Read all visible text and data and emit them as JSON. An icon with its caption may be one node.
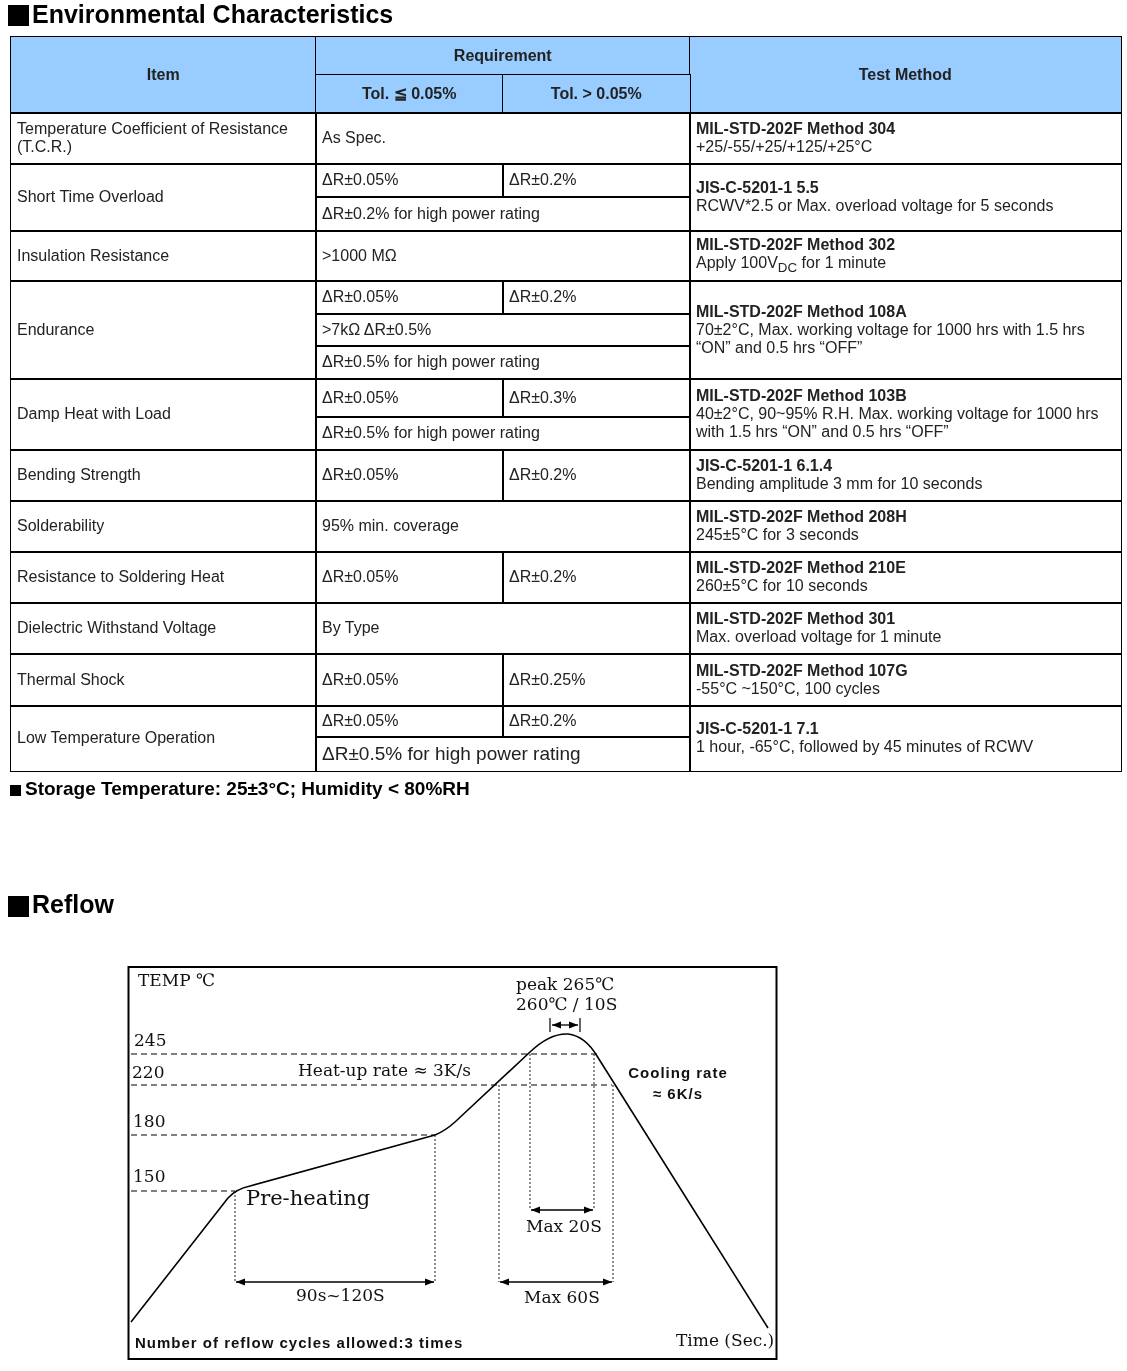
{
  "diagram": {
    "title": "Environmental Characteristics",
    "labels": [
      "Item",
      "Requirement",
      "Test Method",
      "Tol. ≦ 0.05%",
      "Tol. > 0.05%",
      "Temperature Coefficient of Resistance (T.C.R.)",
      "As Spec.",
      "MIL-STD-202F Method 304",
      "+25/-55/+25/+125/+25°C",
      "Short Time Overload",
      "ΔR±0.05%",
      "ΔR±0.2%",
      "ΔR±0.2% for high power rating",
      "JIS-C-5201-1 5.5",
      "RCWV*2.5 or Max. overload voltage for 5 seconds",
      "Insulation Resistance",
      ">1000 MΩ",
      "MIL-STD-202F Method 302",
      "Apply 100V$_{DC}$ for 1 minute",
      "Endurance",
      "ΔR±0.05%",
      "ΔR±0.2%",
      ">7kΩ ΔR±0.5%",
      "ΔR±0.5% for high power rating",
      "MIL-STD-202F Method 108A",
      "70±2°C, Max. working voltage for 1000 hrs with 1.5 hrs “ON” and 0.5 hrs “OFF”",
      "Damp Heat with Load",
      "ΔR±0.05%",
      "ΔR±0.3%",
      "ΔR±0.5% for high power rating",
      "MIL-STD-202F Method 103B",
      "40±2°C, 90~95% R.H. Max. working voltage for 1000 hrs with 1.5 hrs “ON” and 0.5 hrs “OFF”",
      "Bending Strength",
      "ΔR±0.05%",
      "ΔR±0.2%",
      "JIS-C-5201-1 6.1.4",
      "Bending amplitude 3 mm for 10 seconds",
      "Solderability",
      "95% min. coverage",
      "MIL-STD-202F Method 208H",
      "245±5°C for 3 seconds",
      "Resistance to Soldering Heat",
      "ΔR±0.05%",
      "ΔR±0.2%",
      "MIL-STD-202F Method 210E",
      "260±5°C for 10 seconds",
      "Dielectric Withstand Voltage",
      "By Type",
      "MIL-STD-202F Method 301",
      "Max. overload voltage for 1 minute",
      "Thermal Shock",
      "ΔR±0.05%",
      "ΔR±0.25%",
      "MIL-STD-202F Method 107G",
      "-55°C ~150°C, 100 cycles",
      "Low Temperature Operation",
      "ΔR±0.05%",
      "ΔR±0.2%",
      "ΔR±0.5% for high power rating",
      "JIS-C-5201-1 7.1",
      "1 hour, -65°C, followed by 45 minutes of RCWV",
      "Storage Temperature: 25±3°C; Humidity < 80%RH",
      "Reflow",
      "TEMP ℃",
      "peak 265℃",
      "260℃ / 10S",
      "245",
      "220",
      "Heat-up rate ≈ 3K/s",
      "Cooling rate ≈ 6K/s",
      "180",
      "150",
      "Pre-heating",
      "Max 20S",
      "90s~120S",
      "Max 60S",
      "Number of reflow cycles allowed:3 times",
      "Time (Sec.)"
    ]
  }
}
